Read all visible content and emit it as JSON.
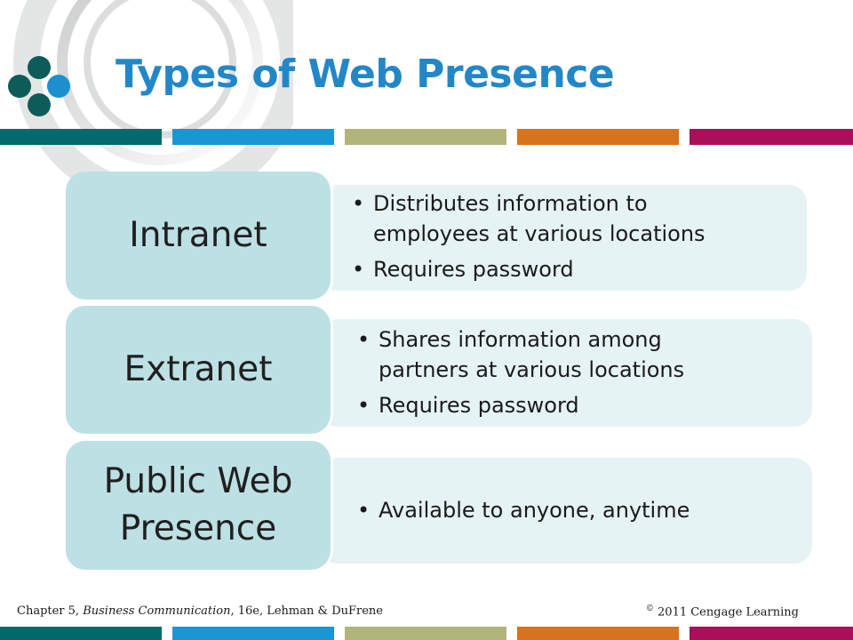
{
  "slide": {
    "title": "Types of Web Presence",
    "rows": [
      {
        "label": "Intranet",
        "bullets": [
          "Distributes information to employees at various locations",
          "Requires password"
        ]
      },
      {
        "label": "Extranet",
        "bullets": [
          "Shares information among partners at various locations",
          "Requires password"
        ]
      },
      {
        "label": "Public Web Presence",
        "bullets": [
          "Available to anyone, anytime"
        ]
      }
    ],
    "colors": {
      "title": "#2387c7",
      "label_fill": "#bde0e5",
      "content_fill": "#e6f3f5",
      "bars": [
        "#006b6b",
        "#1b96d3",
        "#b1b579",
        "#d7731d",
        "#aa0f5a"
      ]
    }
  },
  "footer": {
    "chapter_prefix": "Chapter 5, ",
    "book_title": "Business Communication",
    "chapter_suffix": ", 16e, Lehman & DuFrene",
    "copyright_symbol": "©",
    "copyright_text": " 2011 Cengage Learning"
  },
  "icons": [
    "decorative-arc-icon",
    "four-dot-logo-icon"
  ]
}
